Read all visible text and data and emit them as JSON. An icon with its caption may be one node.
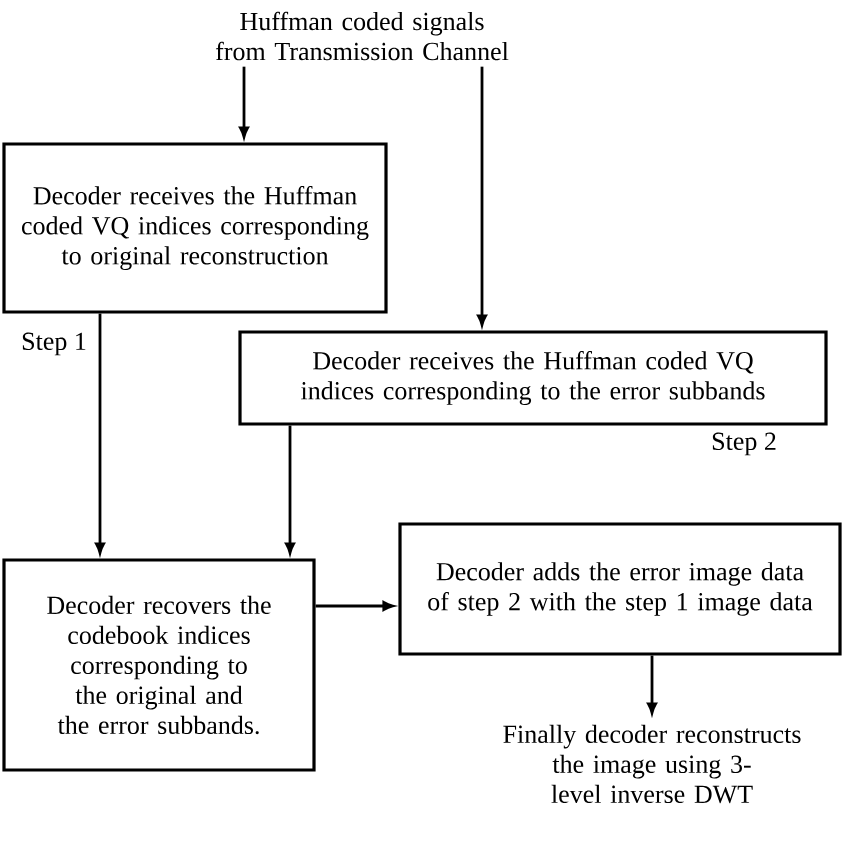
{
  "diagram": {
    "nodes": [
      {
        "text": [
          "Huffman coded signals from Transmission Channel"
        ]
      },
      {
        "text": [
          "Decoder receives the Huffman coded VQ indices corresponding to original reconstruction"
        ]
      },
      {
        "text": [
          "Decoder receives the Huffman coded VQ indices corresponding to the error subbands"
        ]
      },
      {
        "text": [
          "Decoder recovers the codebook indices corresponding to the original and the error subbands."
        ]
      },
      {
        "text": [
          "Decoder adds the error image data of step 2 with the step 1 image data"
        ]
      },
      {
        "text": [
          "Finally decoder reconstructs the image using 3-level inverse DWT"
        ]
      }
    ],
    "edges": [
      {
        "from": 0,
        "to": 1,
        "arrow": "to"
      },
      {
        "from": 0,
        "to": 2,
        "arrow": "to"
      },
      {
        "from": 1,
        "to": 3,
        "arrow": "to"
      },
      {
        "from": 2,
        "to": 3,
        "arrow": "to"
      },
      {
        "from": 3,
        "to": 4,
        "arrow": "to"
      },
      {
        "from": 4,
        "to": 5,
        "arrow": "to"
      }
    ],
    "labels": [
      "Step 1",
      "Step 2"
    ]
  }
}
